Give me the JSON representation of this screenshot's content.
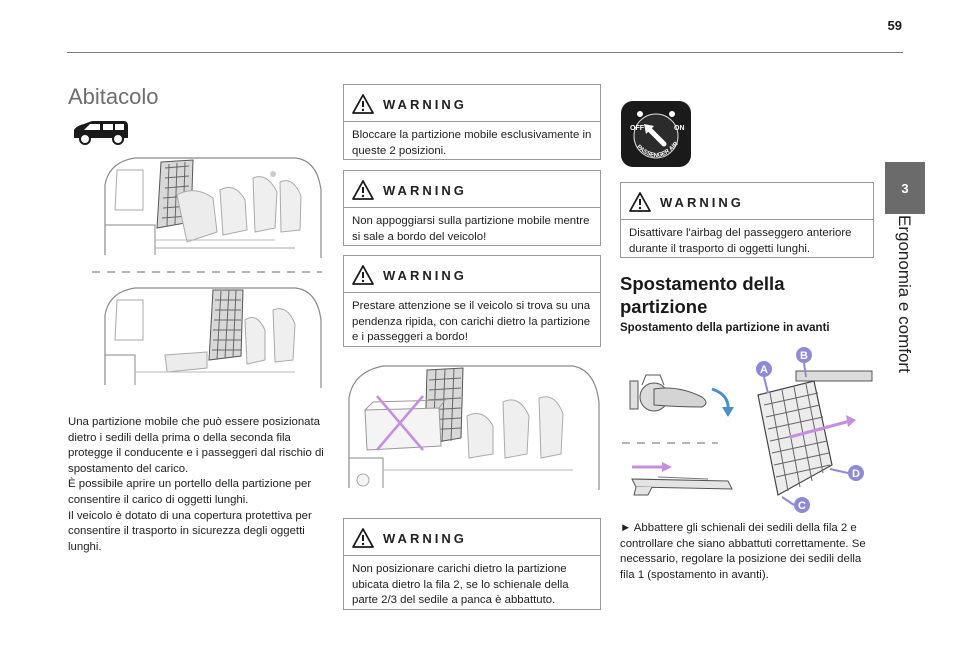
{
  "page": {
    "number": "59"
  },
  "side_tab": {
    "chapter": "3",
    "title": "Ergonomia e comfort"
  },
  "column1": {
    "title": "Abitacolo",
    "paragraphs": [
      "Una partizione mobile che può essere posizionata dietro i sedili della prima o della seconda fila protegge il conducente e i passeggeri dal rischio di spostamento del carico.",
      "È possibile aprire un portello della partizione per consentire il carico di oggetti lunghi.",
      "Il veicolo è dotato di una copertura protettiva per consentire il trasporto in sicurezza degli oggetti lunghi."
    ]
  },
  "column2": {
    "warnings": [
      {
        "label": "WARNING",
        "text": "Bloccare la partizione mobile esclusivamente in queste 2 posizioni."
      },
      {
        "label": "WARNING",
        "text": "Non appoggiarsi sulla partizione mobile mentre si sale a bordo del veicolo!"
      },
      {
        "label": "WARNING",
        "text": "Prestare attenzione se il veicolo si trova su una pendenza ripida, con carichi dietro la partizione e i passeggeri a bordo!"
      },
      {
        "label": "WARNING",
        "text": "Non posizionare carichi dietro la partizione ubicata dietro la fila 2, se lo schienale della parte 2/3 del sedile a panca è abbattuto."
      }
    ]
  },
  "column3": {
    "airbag_icon": {
      "off": "OFF",
      "on": "ON",
      "ring": "PASSENGER AIRBAG"
    },
    "warning": {
      "label": "WARNING",
      "text": "Disattivare l'airbag del passeggero anteriore durante il trasporto di oggetti lunghi."
    },
    "section_title": "Spostamento della partizione",
    "subsection_title": "Spostamento della partizione in avanti",
    "callouts": [
      "A",
      "B",
      "C",
      "D"
    ],
    "step_text": "► Abbattere gli schienali dei sedili della fila 2 e controllare che siano abbattuti correttamente. Se necessario, regolare la posizione dei sedili della fila 1 (spostamento in avanti)."
  },
  "colors": {
    "accent_callout": "#8f8ad6",
    "arrow_blue": "#4a90c8",
    "cross_mark": "#c58fe0",
    "tab_grey": "#6b6b6b"
  }
}
